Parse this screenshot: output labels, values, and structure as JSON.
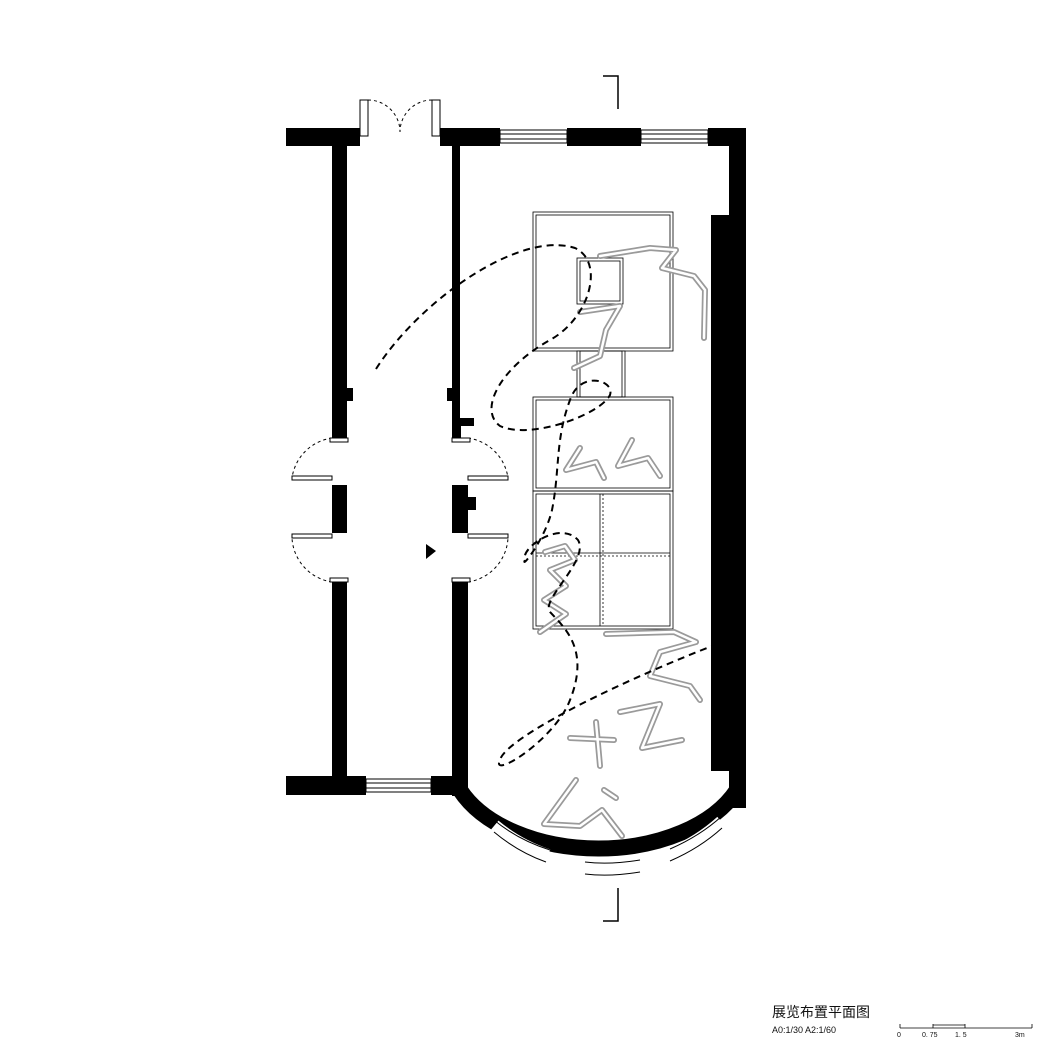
{
  "title": "展览布置平面图",
  "scale": "A0:1/30 A2:1/60",
  "scale_bar": {
    "ticks": [
      "0",
      "0. 75",
      "1. 5",
      "3m"
    ]
  },
  "colors": {
    "wall": "#000000",
    "line": "#000000",
    "glyph_outline": "#a0a0a0",
    "background": "#ffffff"
  }
}
